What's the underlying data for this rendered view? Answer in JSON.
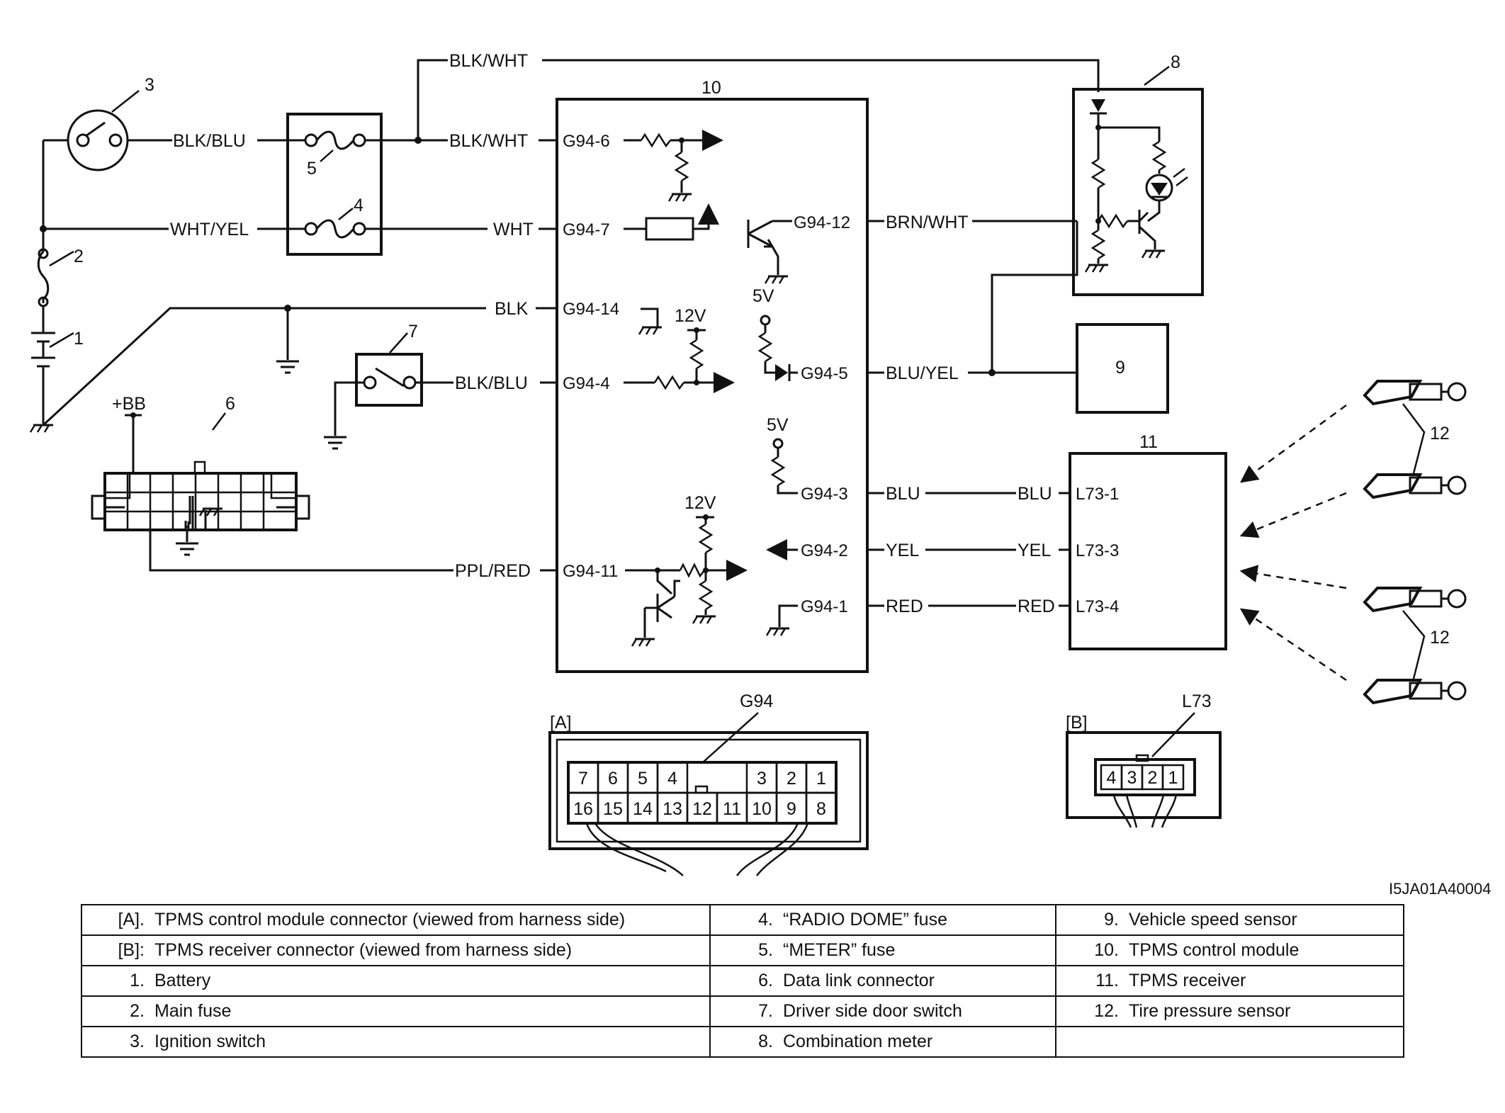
{
  "figure_id": "I5JA01A40004",
  "callouts": {
    "n1": "1",
    "n2": "2",
    "n3": "3",
    "n4": "4",
    "n5": "5",
    "n6": "6",
    "n7": "7",
    "n8": "8",
    "n9": "9",
    "n10": "10",
    "n11": "11",
    "n12": "12"
  },
  "wires": {
    "blk_wht_top": "BLK/WHT",
    "blk_blu_ign": "BLK/BLU",
    "blk_wht_g6": "BLK/WHT",
    "wht_yel": "WHT/YEL",
    "wht": "WHT",
    "blk": "BLK",
    "blk_blu_door": "BLK/BLU",
    "ppl_red": "PPL/RED",
    "brn_wht": "BRN/WHT",
    "blu_yel": "BLU/YEL",
    "blu_l": "BLU",
    "yel_l": "YEL",
    "red_l": "RED",
    "blu_r": "BLU",
    "yel_r": "YEL",
    "red_r": "RED"
  },
  "pins": {
    "g94_6": "G94-6",
    "g94_7": "G94-7",
    "g94_14": "G94-14",
    "g94_4": "G94-4",
    "g94_11": "G94-11",
    "g94_12": "G94-12",
    "g94_5": "G94-5",
    "g94_3": "G94-3",
    "g94_2": "G94-2",
    "g94_1": "G94-1",
    "l73_1": "L73-1",
    "l73_3": "L73-3",
    "l73_4": "L73-4"
  },
  "voltages": {
    "v12a": "12V",
    "v12b": "12V",
    "v5a": "5V",
    "v5b": "5V",
    "bb": "+BB"
  },
  "connector_a": {
    "tag": "[A]",
    "name": "G94",
    "top_row": [
      "7",
      "6",
      "5",
      "4",
      "",
      "",
      "3",
      "2",
      "1"
    ],
    "bottom_row": [
      "16",
      "15",
      "14",
      "13",
      "12",
      "11",
      "10",
      "9",
      "8"
    ]
  },
  "connector_b": {
    "tag": "[B]",
    "name": "L73",
    "row": [
      "4",
      "3",
      "2",
      "1"
    ]
  },
  "legend": [
    [
      {
        "num": "[A].",
        "text": "TPMS control module connector (viewed from harness side)"
      },
      {
        "num": "4.",
        "text": "“RADIO DOME” fuse"
      },
      {
        "num": "9.",
        "text": "Vehicle speed sensor"
      }
    ],
    [
      {
        "num": "[B]:",
        "text": "TPMS receiver connector (viewed from harness side)"
      },
      {
        "num": "5.",
        "text": "“METER” fuse"
      },
      {
        "num": "10.",
        "text": "TPMS control module"
      }
    ],
    [
      {
        "num": "1.",
        "text": "Battery"
      },
      {
        "num": "6.",
        "text": "Data link connector"
      },
      {
        "num": "11.",
        "text": "TPMS receiver"
      }
    ],
    [
      {
        "num": "2.",
        "text": "Main fuse"
      },
      {
        "num": "7.",
        "text": "Driver side door switch"
      },
      {
        "num": "12.",
        "text": "Tire pressure sensor"
      }
    ],
    [
      {
        "num": "3.",
        "text": "Ignition switch"
      },
      {
        "num": "8.",
        "text": "Combination meter"
      },
      {
        "num": "",
        "text": ""
      }
    ]
  ]
}
